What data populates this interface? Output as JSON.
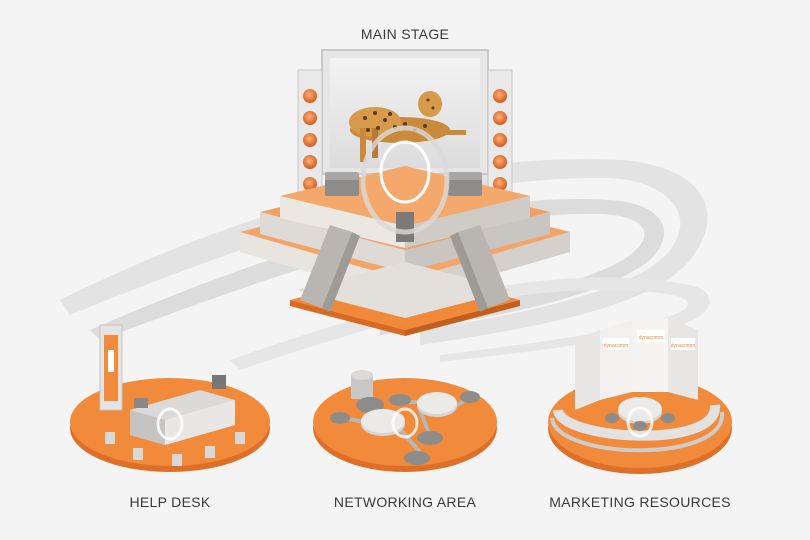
{
  "areas": {
    "main_stage": {
      "label": "MAIN STAGE"
    },
    "help_desk": {
      "label": "HELP DESK"
    },
    "networking": {
      "label": "NETWORKING AREA"
    },
    "marketing": {
      "label": "MARKETING RESOURCES",
      "booth_brand": "dynacomm"
    }
  },
  "colors": {
    "accent": "#f28a3c",
    "accent_dark": "#e0742a",
    "accent_light": "#f7b27c",
    "gray": "#cfcdcb",
    "gray_dark": "#a8a6a4"
  }
}
